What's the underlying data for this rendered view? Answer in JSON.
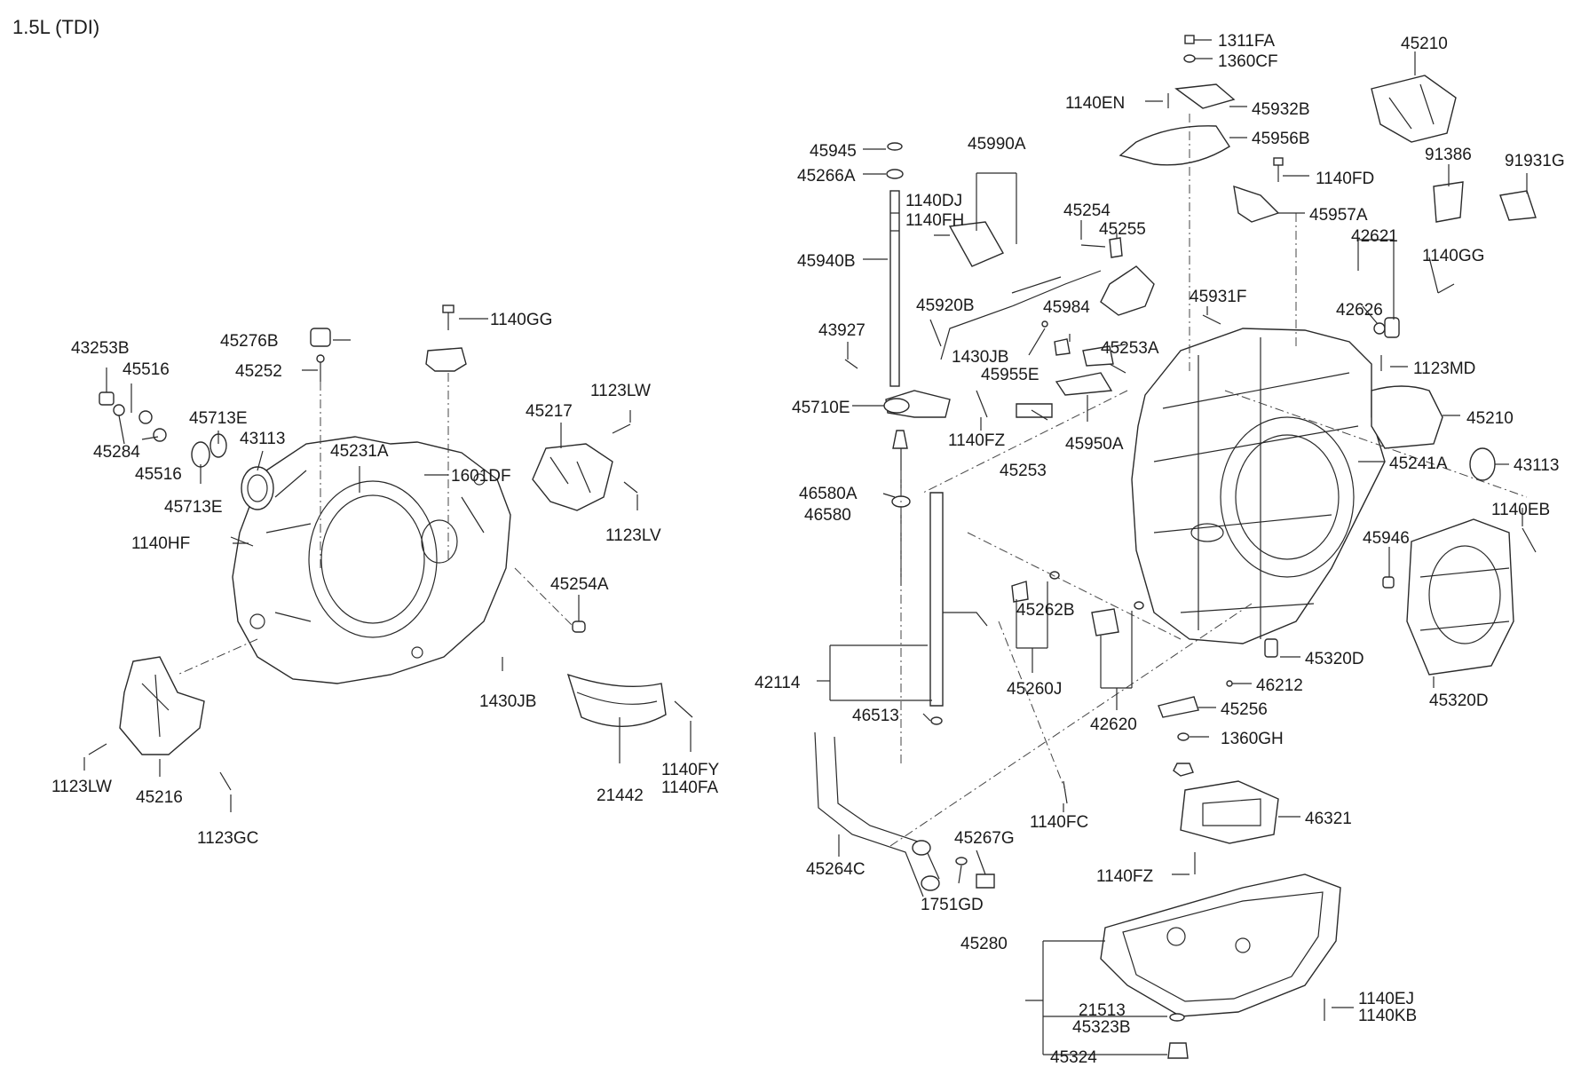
{
  "title": "1.5L (TDI)",
  "colors": {
    "line": "#2a2a2a",
    "text": "#1a1a1a",
    "background": "#ffffff"
  },
  "labels": {
    "p43253B": "43253B",
    "p45516a": "45516",
    "p45284": "45284",
    "p45516b": "45516",
    "p45276B": "45276B",
    "p45252": "45252",
    "p1140GG_l": "1140GG",
    "p45713Ea": "45713E",
    "p43113_l": "43113",
    "p45713Eb": "45713E",
    "p45231A": "45231A",
    "p1601DF": "1601DF",
    "p45217": "45217",
    "p1123LW_t": "1123LW",
    "p1123LV": "1123LV",
    "p1140HF": "1140HF",
    "p45254A": "45254A",
    "p1430JB_l": "1430JB",
    "p1123LW_b": "1123LW",
    "p45216": "45216",
    "p1123GC": "1123GC",
    "p21442": "21442",
    "p1140FY": "1140FY",
    "p1140FA": "1140FA",
    "p1311FA": "1311FA",
    "p1360CF": "1360CF",
    "p1140EN": "1140EN",
    "p45932B": "45932B",
    "p45956B": "45956B",
    "p45210_t": "45210",
    "p91386": "91386",
    "p91931G": "91931G",
    "p1140FD": "1140FD",
    "p45957A": "45957A",
    "p42621": "42621",
    "p1140GG_r": "1140GG",
    "p42626": "42626",
    "p1123MD": "1123MD",
    "p45210_m": "45210",
    "p45241A": "45241A",
    "p43113_r": "43113",
    "p1140EB": "1140EB",
    "p45946": "45946",
    "p45320D_a": "45320D",
    "p45320D_b": "45320D",
    "p46212": "46212",
    "p45256": "45256",
    "p1360GH": "1360GH",
    "p46321": "46321",
    "p1140FZ_b": "1140FZ",
    "p45280": "45280",
    "p21513": "21513",
    "p45323B": "45323B",
    "p45324": "45324",
    "p1140EJ": "1140EJ",
    "p1140KB": "1140KB",
    "p45945": "45945",
    "p45266A": "45266A",
    "p45940B": "45940B",
    "p43927": "43927",
    "p45710E": "45710E",
    "p45990A": "45990A",
    "p1140DJ": "1140DJ",
    "p1140FH": "1140FH",
    "p45920B": "45920B",
    "p45254": "45254",
    "p45255": "45255",
    "p45931F": "45931F",
    "p45984": "45984",
    "p1430JB_r": "1430JB",
    "p45253A": "45253A",
    "p45955E": "45955E",
    "p1140FZ_t": "1140FZ",
    "p45253": "45253",
    "p45950A": "45950A",
    "p46580A": "46580A",
    "p46580": "46580",
    "p45262B": "45262B",
    "p45260J": "45260J",
    "p42620": "42620",
    "p42114": "42114",
    "p46513": "46513",
    "p1140FC": "1140FC",
    "p45267G": "45267G",
    "p45264C": "45264C",
    "p1751GD": "1751GD"
  }
}
